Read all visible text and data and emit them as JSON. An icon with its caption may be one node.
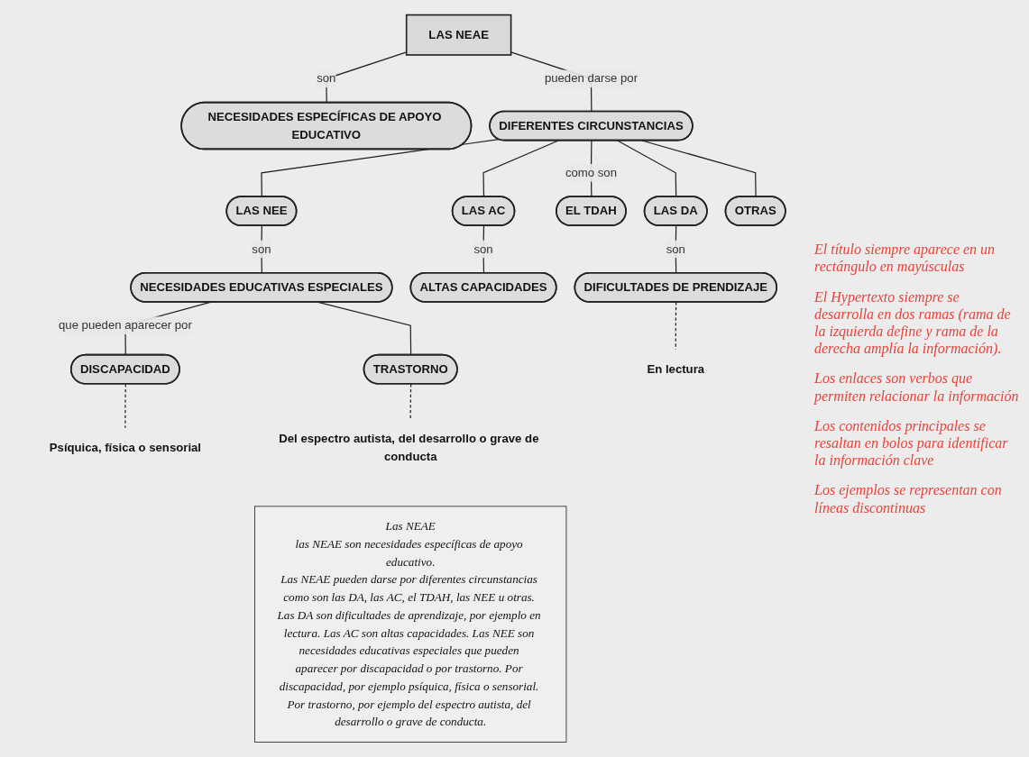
{
  "diagram": {
    "nodes": [
      {
        "text": [
          "LAS NEAE"
        ]
      },
      {
        "text": [
          "NECESIDADES ESPECÍFICAS DE APOYO EDUCATIVO"
        ]
      },
      {
        "text": [
          "DIFERENTES CIRCUNSTANCIAS"
        ]
      },
      {
        "text": [
          "LAS DA"
        ]
      },
      {
        "text": [
          "LAS AC"
        ]
      },
      {
        "text": [
          "EL TDAH"
        ]
      },
      {
        "text": [
          "LAS NEE"
        ]
      },
      {
        "text": [
          "OTRAS"
        ]
      },
      {
        "text": [
          "DIFICULTADES DE PRENDIZAJE"
        ]
      },
      {
        "text": [
          "ALTAS CAPACIDADES"
        ]
      },
      {
        "text": [
          "NECESIDADES EDUCATIVAS ESPECIALES"
        ]
      },
      {
        "text": [
          "DISCAPACIDAD"
        ]
      },
      {
        "text": [
          "TRASTORNO"
        ]
      },
      {
        "text": [
          "En lectura"
        ]
      },
      {
        "text": [
          "Psíquica, física o sensorial"
        ]
      },
      {
        "text": [
          "Del espectro autista, del desarrollo o grave de conducta"
        ]
      },
      {
        "text": [
          "Las NEAE",
          "las NEAE son necesidades específicas de apoyo educativo.",
          "Las NEAE pueden darse por diferentes circunstancias como son las DA, las AC, el TDAH, las NEE u otras. Las DA son dificultades de aprendizaje, por ejemplo en lectura. Las AC son altas capacidades. Las NEE son necesidades educativas especiales que pueden aparecer por discapacidad o por trastorno. Por discapacidad, por ejemplo psíquica, física o sensorial. Por trastorno, por ejemplo del espectro autista, del desarrollo o grave de conducta."
        ]
      }
    ],
    "edges": [
      {
        "from": 0,
        "to": 1,
        "arrow": "none",
        "label": "son"
      },
      {
        "from": 0,
        "to": 2,
        "arrow": "none",
        "label": "pueden darse por"
      },
      {
        "from": 2,
        "to": 3,
        "arrow": "none"
      },
      {
        "from": 2,
        "to": 4,
        "arrow": "none"
      },
      {
        "from": 2,
        "to": 5,
        "arrow": "none",
        "label": "como son"
      },
      {
        "from": 2,
        "to": 6,
        "arrow": "none"
      },
      {
        "from": 2,
        "to": 7,
        "arrow": "none"
      },
      {
        "from": 3,
        "to": 8,
        "arrow": "none",
        "label": "son"
      },
      {
        "from": 4,
        "to": 9,
        "arrow": "none",
        "label": "son"
      },
      {
        "from": 6,
        "to": 10,
        "arrow": "none",
        "label": "son"
      },
      {
        "from": 10,
        "to": 11,
        "arrow": "none",
        "label": "que pueden aparecer por"
      },
      {
        "from": 10,
        "to": 12,
        "arrow": "none"
      },
      {
        "from": 8,
        "to": 13,
        "arrow": "none",
        "style": "dashed"
      },
      {
        "from": 11,
        "to": 14,
        "arrow": "none",
        "style": "dashed"
      },
      {
        "from": 12,
        "to": 15,
        "arrow": "none",
        "style": "dashed"
      }
    ],
    "labels": [
      "El título siempre aparece en un rectángulo en mayúsculas",
      "El Hypertexto siempre se desarrolla en dos ramas (rama de la izquierda define y rama de la derecha amplía la información).",
      "Los enlaces son verbos que permiten relacionar la información",
      "Los contenidos principales se resaltan en bolos para identificar la información clave",
      "Los ejemplos se representan con líneas discontinuas"
    ]
  }
}
